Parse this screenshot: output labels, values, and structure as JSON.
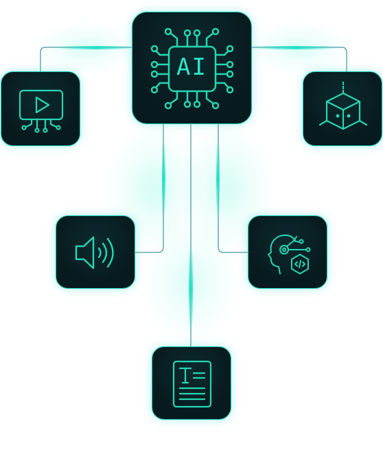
{
  "diagram": {
    "center_node": {
      "label": "AI",
      "icon": "ai-chip-icon"
    },
    "satellite_nodes": [
      {
        "id": "video",
        "icon": "video-play-icon"
      },
      {
        "id": "3d",
        "icon": "3d-cube-icon"
      },
      {
        "id": "audio",
        "icon": "speaker-icon"
      },
      {
        "id": "code",
        "icon": "ai-head-code-icon"
      },
      {
        "id": "text",
        "icon": "text-document-icon"
      }
    ],
    "colors": {
      "accent": "#1fd3c0",
      "node_fill": "#071a1e",
      "glow": "#3ef0d2",
      "line": "#15808a"
    }
  }
}
